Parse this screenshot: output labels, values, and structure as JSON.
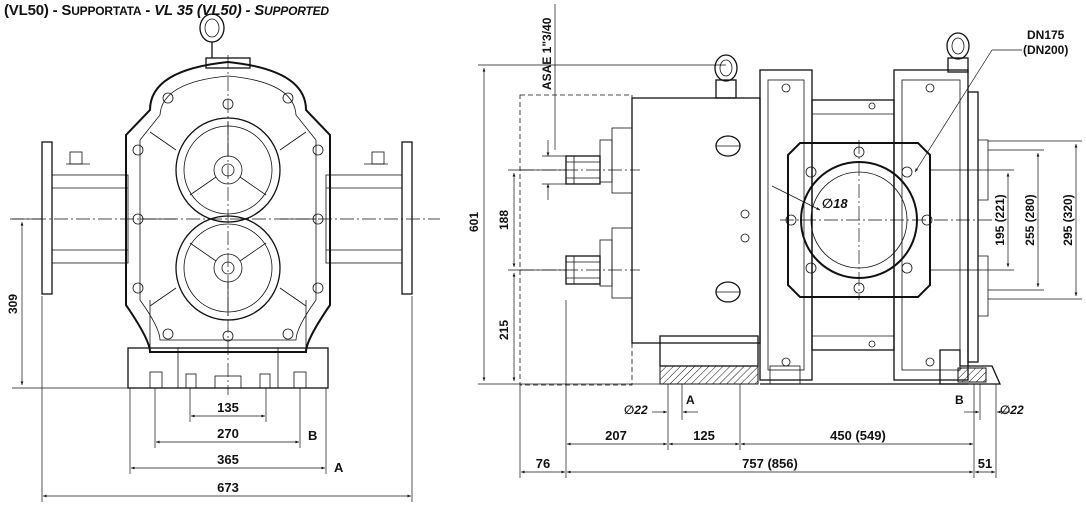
{
  "title": {
    "part1": "(VL50) - S",
    "part2": "UPPORTATA",
    "part3": " - ",
    "part4": "VL 35 (VL50) - S",
    "part5": "UPPORTED"
  },
  "front_view": {
    "dims": {
      "d135": "135",
      "d270": "270",
      "d365": "365",
      "d673": "673",
      "d309": "309",
      "ref_a": "A",
      "ref_b": "B"
    }
  },
  "side_view": {
    "asae": "ASAE 1\"3/40",
    "dn_top": "DN175",
    "dn_bottom": "(DN200)",
    "hole": "∅18",
    "dims": {
      "d601": "601",
      "d188": "188",
      "d215": "215",
      "d195": "195 (221)",
      "d255": "255 (280)",
      "d295": "295 (320)",
      "d22_left": "∅22",
      "d22_right": "∅22",
      "ref_a": "A",
      "ref_b": "B",
      "d207": "207",
      "d125": "125",
      "d450": "450 (549)",
      "d76": "76",
      "d757": "757 (856)",
      "d51": "51"
    }
  }
}
